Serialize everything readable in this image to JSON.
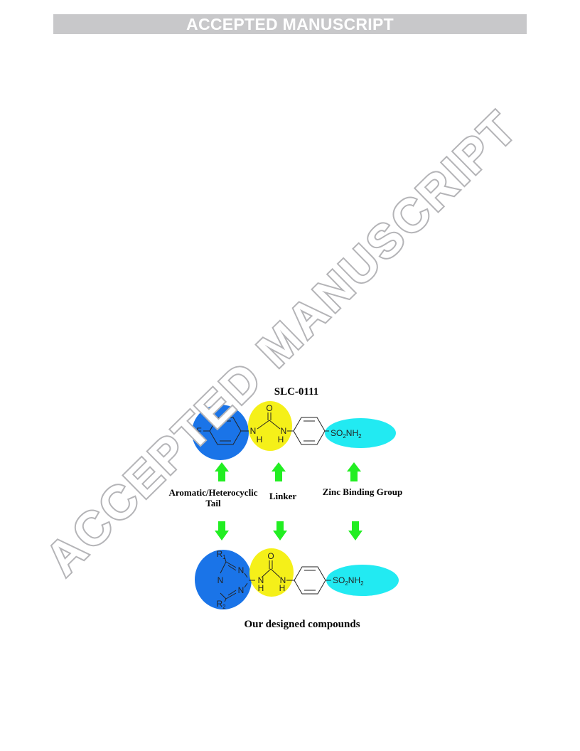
{
  "banner": {
    "text": "ACCEPTED MANUSCRIPT"
  },
  "watermark": {
    "text": "ACCEPTED MANUSCRIPT",
    "color": "#c8c8ca"
  },
  "figure": {
    "title": "SLC-0111",
    "caption": "Our designed compounds",
    "labels": {
      "tail_line1": "Aromatic/Heterocyclic",
      "tail_line2": "Tail",
      "linker": "Linker",
      "zbg": "Zinc Binding Group"
    },
    "atoms": {
      "fluorine": "F",
      "oxygen": "O",
      "nitrogen": "N",
      "hydrogen": "H",
      "sulfonamide_so": "SO",
      "sulfonamide_sub": "2",
      "sulfonamide_nh": "NH",
      "r": "R",
      "r1_sub": "1",
      "r2_sub": "2"
    },
    "colors": {
      "tail": "#1a74e8",
      "linker": "#f5f019",
      "zbg": "#22eaf2",
      "arrow": "#22ee22"
    }
  }
}
